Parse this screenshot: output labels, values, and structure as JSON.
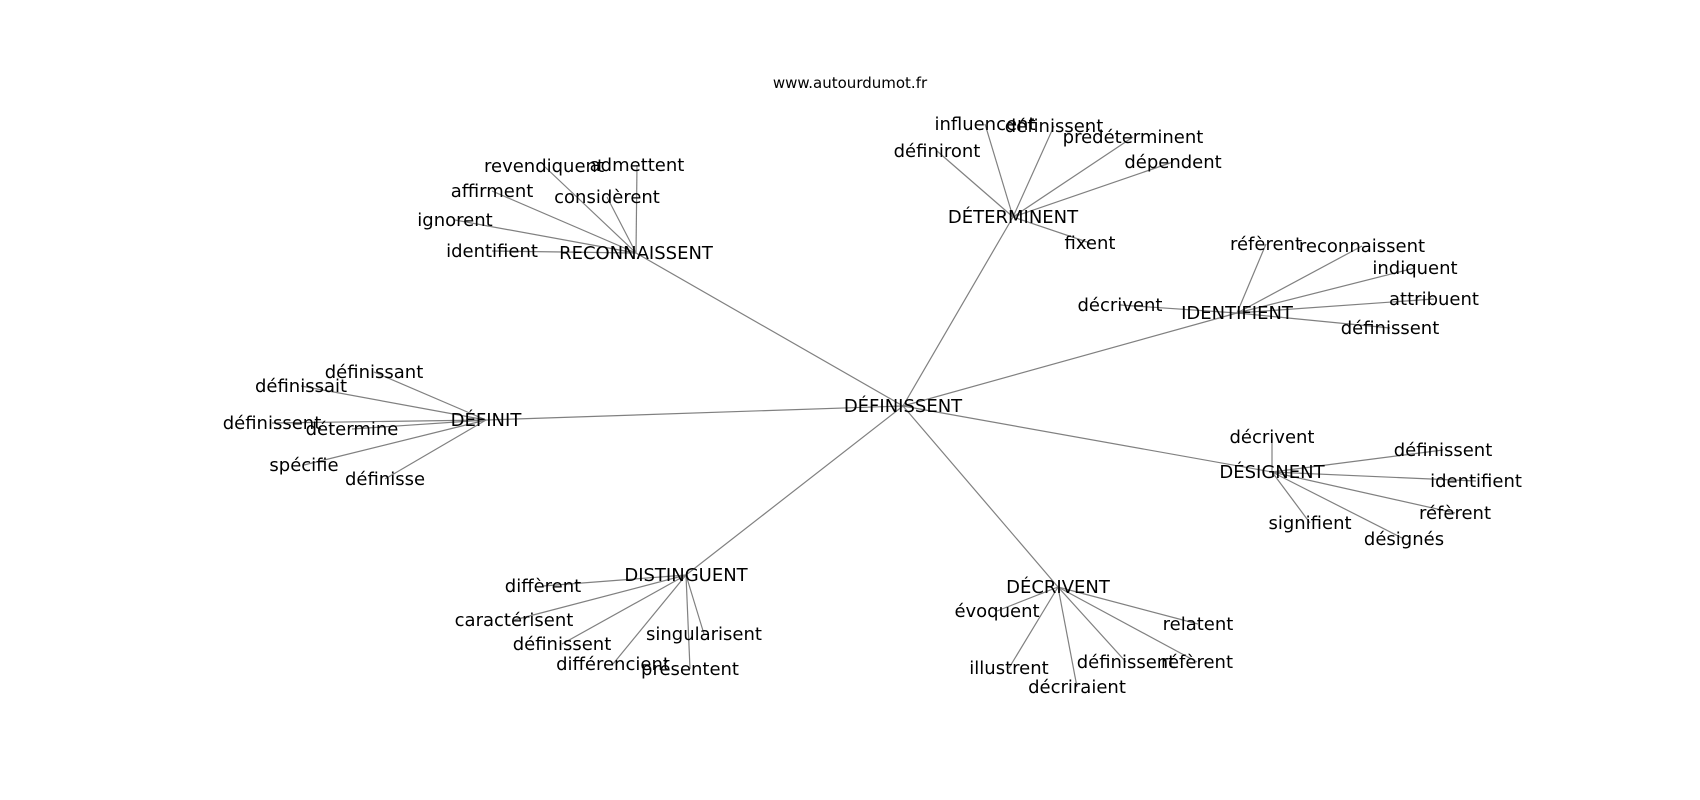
{
  "site": "www.autourdumot.fr",
  "colors": {
    "edge": "#808080",
    "text": "#000000",
    "background": "#ffffff"
  },
  "center": "DÉFINISSENT",
  "clusters": [
    {
      "hub": "RECONNAISSENT",
      "leaves": [
        "revendiquent",
        "admettent",
        "affirment",
        "considèrent",
        "ignorent",
        "identifient"
      ]
    },
    {
      "hub": "DÉTERMINENT",
      "leaves": [
        "influencent",
        "définissent",
        "prédéterminent",
        "définiront",
        "dépendent",
        "fixent"
      ]
    },
    {
      "hub": "IDENTIFIENT",
      "leaves": [
        "réfèrent",
        "reconnaissent",
        "indiquent",
        "décrivent",
        "attribuent",
        "définissent"
      ]
    },
    {
      "hub": "DÉFINIT",
      "leaves": [
        "définissant",
        "définissait",
        "définissent",
        "détermine",
        "spécifie",
        "définisse"
      ]
    },
    {
      "hub": "DÉSIGNENT",
      "leaves": [
        "décrivent",
        "définissent",
        "identifient",
        "réfèrent",
        "signifient",
        "désignés"
      ]
    },
    {
      "hub": "DISTINGUENT",
      "leaves": [
        "diffèrent",
        "caractérisent",
        "définissent",
        "singularisent",
        "différencient",
        "présentent"
      ]
    },
    {
      "hub": "DÉCRIVENT",
      "leaves": [
        "évoquent",
        "relatent",
        "illustrent",
        "définissent",
        "réfèrent",
        "décriraient"
      ]
    }
  ]
}
